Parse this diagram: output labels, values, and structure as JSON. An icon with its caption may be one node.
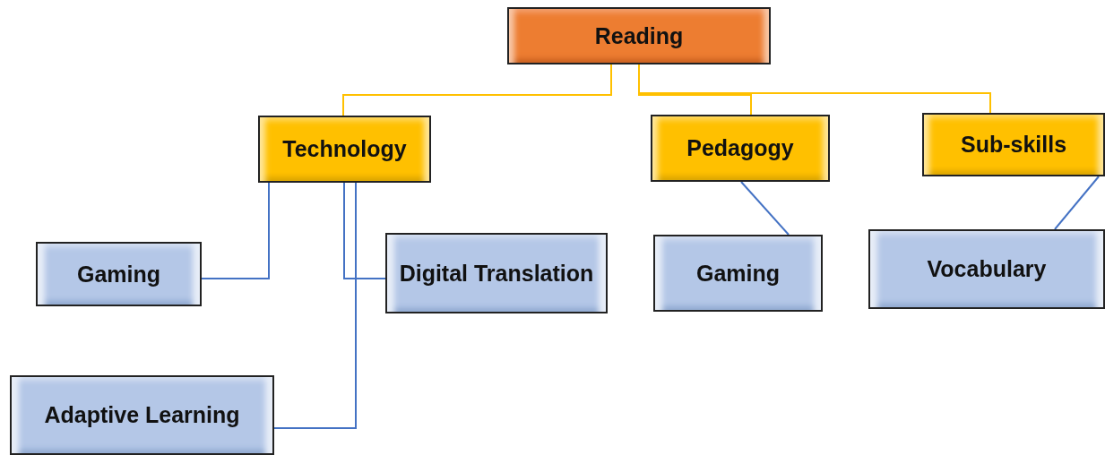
{
  "diagram": {
    "nodes": [
      {
        "text": [
          "Reading"
        ]
      },
      {
        "text": [
          "Technology"
        ]
      },
      {
        "text": [
          "Pedagogy"
        ]
      },
      {
        "text": [
          "Sub-skills"
        ]
      },
      {
        "text": [
          "Gaming"
        ]
      },
      {
        "text": [
          "Digital Translation"
        ]
      },
      {
        "text": [
          "Gaming"
        ]
      },
      {
        "text": [
          "Vocabulary"
        ]
      },
      {
        "text": [
          "Adaptive Learning"
        ]
      }
    ],
    "edges": [
      {
        "from": 0,
        "to": 1,
        "arrow": "none",
        "color": "#ffc000"
      },
      {
        "from": 0,
        "to": 2,
        "arrow": "none",
        "color": "#ffc000"
      },
      {
        "from": 0,
        "to": 3,
        "arrow": "none",
        "color": "#ffc000"
      },
      {
        "from": 1,
        "to": 4,
        "arrow": "none"
      },
      {
        "from": 1,
        "to": 5,
        "arrow": "none"
      },
      {
        "from": 1,
        "to": 8,
        "arrow": "none"
      },
      {
        "from": 2,
        "to": 6,
        "arrow": "none"
      },
      {
        "from": 3,
        "to": 7,
        "arrow": "none"
      }
    ]
  }
}
